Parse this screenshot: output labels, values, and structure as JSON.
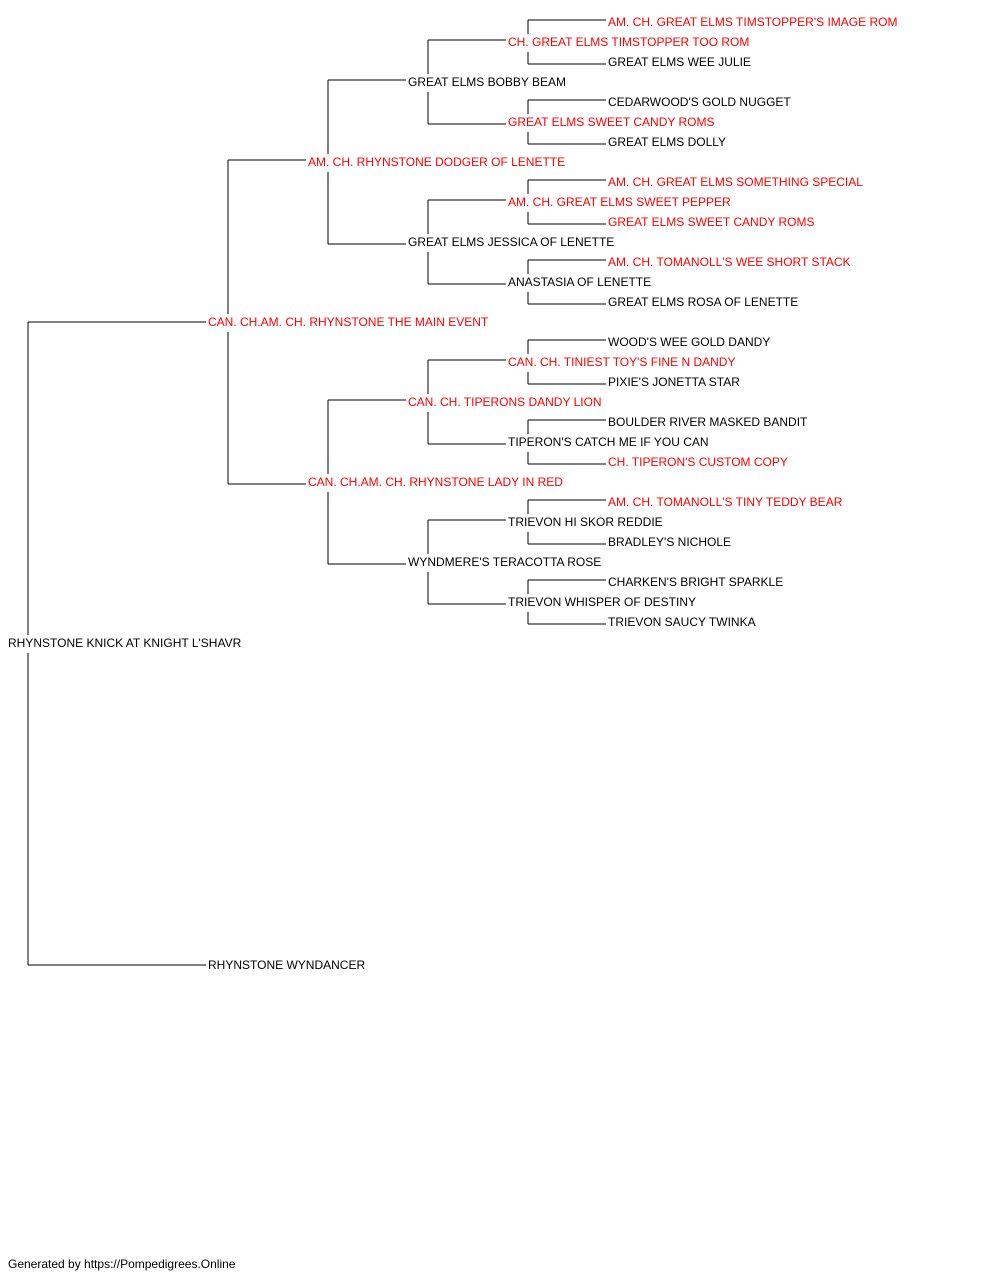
{
  "colors": {
    "champion": "#ff0000",
    "normal": "#000000",
    "line": "#000000"
  },
  "pedigree": {
    "subject": {
      "name": "RHYNSTONE KNICK AT KNIGHT L'SHAVR",
      "champion": false
    },
    "sire": {
      "name": "CAN. CH.AM. CH. RHYNSTONE THE MAIN EVENT",
      "champion": true,
      "sire": {
        "name": "AM. CH. RHYNSTONE DODGER OF LENETTE",
        "champion": true,
        "sire": {
          "name": "GREAT ELMS BOBBY BEAM",
          "champion": false,
          "sire": {
            "name": "CH. GREAT ELMS TIMSTOPPER TOO ROM",
            "champion": true,
            "sire": {
              "name": "AM. CH. GREAT ELMS TIMSTOPPER'S IMAGE ROM",
              "champion": true
            },
            "dam": {
              "name": "GREAT ELMS WEE JULIE",
              "champion": false
            }
          },
          "dam": {
            "name": "GREAT ELMS SWEET CANDY ROMS",
            "champion": true,
            "sire": {
              "name": "CEDARWOOD'S GOLD NUGGET",
              "champion": false
            },
            "dam": {
              "name": "GREAT ELMS DOLLY",
              "champion": false
            }
          }
        },
        "dam": {
          "name": "GREAT ELMS JESSICA OF LENETTE",
          "champion": false,
          "sire": {
            "name": "AM. CH. GREAT ELMS SWEET PEPPER",
            "champion": true,
            "sire": {
              "name": "AM. CH. GREAT ELMS SOMETHING SPECIAL",
              "champion": true
            },
            "dam": {
              "name": "GREAT ELMS SWEET CANDY ROMS",
              "champion": true
            }
          },
          "dam": {
            "name": "ANASTASIA OF LENETTE",
            "champion": false,
            "sire": {
              "name": "AM. CH. TOMANOLL'S WEE SHORT STACK",
              "champion": true
            },
            "dam": {
              "name": "GREAT ELMS ROSA OF LENETTE",
              "champion": false
            }
          }
        }
      },
      "dam": {
        "name": "CAN. CH.AM. CH. RHYNSTONE LADY IN RED",
        "champion": true,
        "sire": {
          "name": "CAN. CH. TIPERONS DANDY LION",
          "champion": true,
          "sire": {
            "name": "CAN. CH. TINIEST TOY'S FINE N DANDY",
            "champion": true,
            "sire": {
              "name": "WOOD'S WEE GOLD DANDY",
              "champion": false
            },
            "dam": {
              "name": "PIXIE'S JONETTA STAR",
              "champion": false
            }
          },
          "dam": {
            "name": "TIPERON'S CATCH ME IF YOU CAN",
            "champion": false,
            "sire": {
              "name": "BOULDER RIVER MASKED BANDIT",
              "champion": false
            },
            "dam": {
              "name": "CH. TIPERON'S CUSTOM COPY",
              "champion": true
            }
          }
        },
        "dam": {
          "name": "WYNDMERE'S TERACOTTA ROSE",
          "champion": false,
          "sire": {
            "name": "TRIEVON HI SKOR REDDIE",
            "champion": false,
            "sire": {
              "name": "AM. CH. TOMANOLL'S TINY TEDDY BEAR",
              "champion": true
            },
            "dam": {
              "name": "BRADLEY'S NICHOLE",
              "champion": false
            }
          },
          "dam": {
            "name": "TRIEVON WHISPER OF DESTINY",
            "champion": false,
            "sire": {
              "name": "CHARKEN'S BRIGHT SPARKLE",
              "champion": false
            },
            "dam": {
              "name": "TRIEVON SAUCY TWINKA",
              "champion": false
            }
          }
        }
      }
    },
    "dam": {
      "name": "RHYNSTONE WYNDANCER",
      "champion": false
    }
  },
  "footer": {
    "text": "Generated by https://Pompedigrees.Online"
  }
}
